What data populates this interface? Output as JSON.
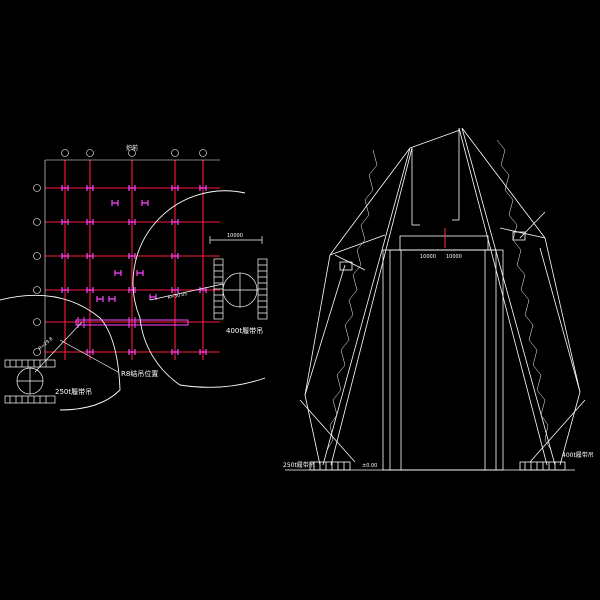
{
  "plan_view": {
    "top_label": "炉前",
    "crane_400t_label": "400t履带吊",
    "crane_250t_label": "250t履带吊",
    "lift_position_label": "R8结吊位置",
    "dimension_label": "10000",
    "radius_label_a": "R=29.8",
    "radius_label_b": "R=30.05"
  },
  "elevation_view": {
    "crane_left_label": "250t履带吊",
    "crane_right_label": "400t履带吊",
    "dim_left": "10000",
    "dim_right": "10000",
    "level_mark": "±0.00"
  },
  "colors": {
    "background": "#000000",
    "lines": "#ffffff",
    "grid": "#ff0033",
    "beam": "#ff33ff",
    "labels": "#ffff66"
  }
}
